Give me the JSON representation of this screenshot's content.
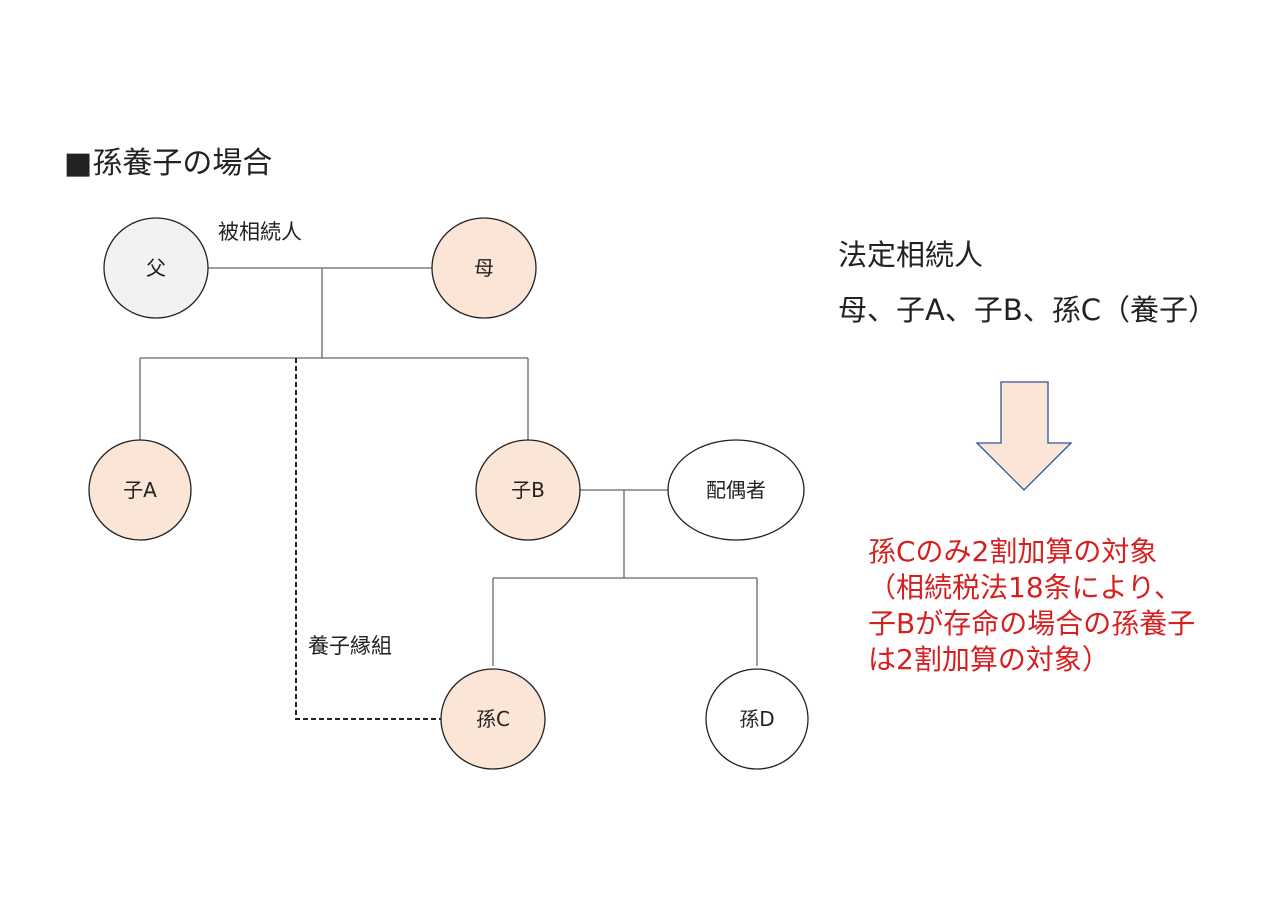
{
  "title": "■孫養子の場合",
  "labels": {
    "decedent": "被相続人",
    "adoption": "養子縁組"
  },
  "nodes": {
    "father": "父",
    "mother": "母",
    "childA": "子A",
    "childB": "子B",
    "spouse": "配偶者",
    "grandchildC": "孫C",
    "grandchildD": "孫D"
  },
  "heirs": {
    "title": "法定相続人",
    "list": "母、子A、子B、孫C（養子）"
  },
  "note": {
    "lines": [
      "孫Cのみ2割加算の対象",
      "（相続税法18条により、",
      "子Bが存命の場合の孫養子",
      "は2割加算の対象）"
    ]
  },
  "colors": {
    "heir_fill": "#fbe5d6",
    "decedent_fill": "#f2f2f2",
    "non_heir_fill": "#ffffff",
    "arrow_fill": "#fbe5d6",
    "arrow_stroke": "#2f5597",
    "note_text": "#d62020"
  }
}
